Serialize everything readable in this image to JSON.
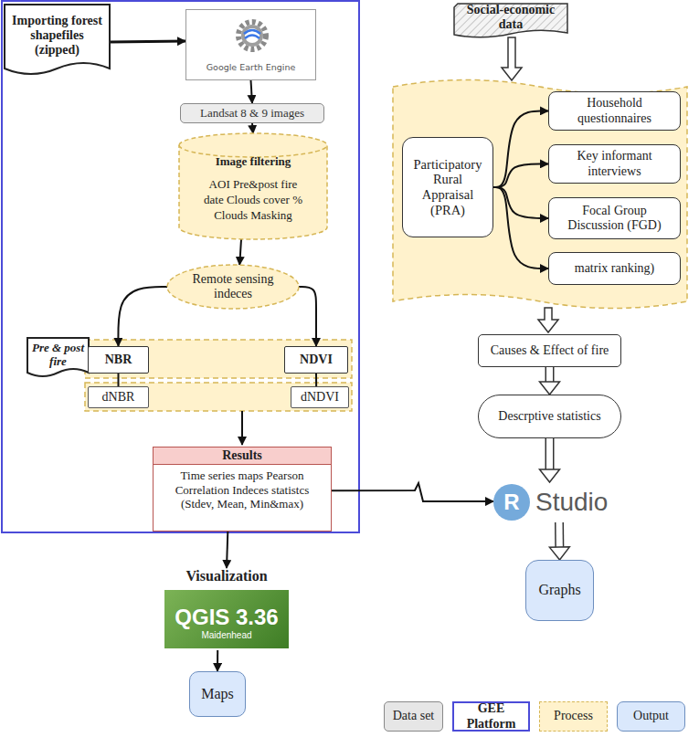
{
  "diagram": {
    "nodes": [
      {
        "text": [
          "Importing forest shapefiles (zipped)"
        ]
      },
      {
        "text": [
          "Google Earth Engine"
        ]
      },
      {
        "text": [
          "Landsat 8 & 9 images"
        ]
      },
      {
        "text": [
          "Image filtering",
          "AOI Pre&post fire date Clouds cover % Clouds Masking"
        ]
      },
      {
        "text": [
          "Remote sensing indeces"
        ]
      },
      {
        "text": [
          "Pre & post fire"
        ]
      },
      {
        "text": [
          "NBR"
        ]
      },
      {
        "text": [
          "NDVI"
        ]
      },
      {
        "text": [
          "dNBR"
        ]
      },
      {
        "text": [
          "dNDVI"
        ]
      },
      {
        "text": [
          "Results",
          "Time series maps Pearson Correlation Indeces statistcs (Stdev, Mean, Min&max)"
        ]
      },
      {
        "text": [
          "Visualization",
          "QGIS 3.36",
          "Maidenhead"
        ]
      },
      {
        "text": [
          "Maps"
        ]
      },
      {
        "text": [
          "Social-economic data"
        ]
      },
      {
        "text": [
          "Participatory Rural Appraisal (PRA)"
        ]
      },
      {
        "text": [
          "Household questionnaires"
        ]
      },
      {
        "text": [
          "Key informant interviews"
        ]
      },
      {
        "text": [
          "Focal Group Discussion (FGD)"
        ]
      },
      {
        "text": [
          "matrix ranking)"
        ]
      },
      {
        "text": [
          "Causes & Effect of fire"
        ]
      },
      {
        "text": [
          "Descrptive statistics"
        ]
      },
      {
        "text": [
          "R",
          "Studio"
        ]
      },
      {
        "text": [
          "Graphs"
        ]
      }
    ],
    "edges": [
      {
        "from": 0,
        "to": 1,
        "arrow": "to"
      },
      {
        "from": 1,
        "to": 2,
        "arrow": "to"
      },
      {
        "from": 2,
        "to": 3,
        "arrow": "to"
      },
      {
        "from": 3,
        "to": 4,
        "arrow": "to"
      },
      {
        "from": 4,
        "to": 6,
        "arrow": "to"
      },
      {
        "from": 4,
        "to": 7,
        "arrow": "to"
      },
      {
        "from": 6,
        "to": 8,
        "arrow": "none"
      },
      {
        "from": 7,
        "to": 9,
        "arrow": "none"
      },
      {
        "from": 10,
        "to": 11,
        "arrow": "to"
      },
      {
        "from": 10,
        "to": 21,
        "arrow": "to"
      },
      {
        "from": 11,
        "to": 12,
        "arrow": "to"
      },
      {
        "from": 14,
        "to": 15,
        "arrow": "to"
      },
      {
        "from": 14,
        "to": 16,
        "arrow": "to"
      },
      {
        "from": 14,
        "to": 17,
        "arrow": "to"
      },
      {
        "from": 14,
        "to": 18,
        "arrow": "to"
      },
      {
        "from": 19,
        "to": 20,
        "arrow": "to"
      },
      {
        "from": 20,
        "to": 21,
        "arrow": "to"
      },
      {
        "from": 21,
        "to": 22,
        "arrow": "to"
      }
    ],
    "legend": [
      {
        "text": "Data set",
        "color": "#e6e6e6"
      },
      {
        "text": "GEE Platform"
      },
      {
        "text": "Process",
        "color": "#fff2cc"
      },
      {
        "text": "Output",
        "color": "#dae8fc"
      }
    ]
  }
}
